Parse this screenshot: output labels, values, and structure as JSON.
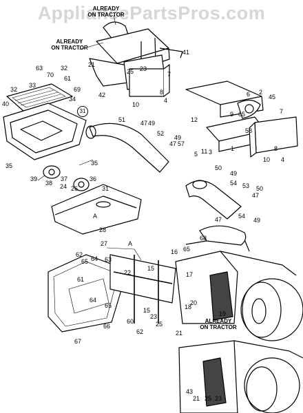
{
  "watermark": "AppliancePartsPros.com",
  "notes": {
    "top_already": "ALREADY\nON TRACTOR",
    "left_already": "ALREADY\nON TRACTOR",
    "mid_already": "ALREADY\nON TRACTOR"
  },
  "callouts": {
    "c1": "41",
    "c2": "21",
    "c3": "42",
    "c4": "25",
    "c5": "23",
    "c6": "7",
    "c7": "8",
    "c8": "10",
    "c9": "4",
    "c10": "63",
    "c11": "70",
    "c12": "32",
    "c13": "61",
    "c14": "32",
    "c15": "33",
    "c16": "69",
    "c17": "34",
    "c18": "40",
    "c19": "31",
    "c20": "35",
    "c21": "39",
    "c22": "38",
    "c23": "37",
    "c24": "36",
    "c25": "35",
    "c26": "24",
    "c27": "26",
    "c28": "51",
    "c29": "47",
    "c30": "49",
    "c31": "52",
    "c32": "49",
    "c33": "47",
    "c34": "57",
    "c35": "12",
    "c36": "6",
    "c37": "2",
    "c38": "45",
    "c39": "9",
    "c40": "65",
    "c41": "58",
    "c42": "7",
    "c43": "5",
    "c44": "11",
    "c45": "3",
    "c46": "1",
    "c47": "8",
    "c48": "10",
    "c49": "4",
    "c50": "50",
    "c51": "49",
    "c52": "54",
    "c53": "53",
    "c54": "50",
    "c55": "47",
    "c56": "54",
    "c57": "49",
    "c58": "47",
    "c59": "31",
    "c60": "28",
    "c61": "27",
    "c62": "A",
    "c63": "A",
    "c64": "62",
    "c65": "65",
    "c66": "64",
    "c67": "63",
    "c68": "61",
    "c69": "16",
    "c70": "22",
    "c71": "15",
    "c72": "17",
    "c73": "65",
    "c74": "68",
    "c75": "64",
    "c76": "65",
    "c77": "66",
    "c78": "60",
    "c79": "15",
    "c80": "23",
    "c81": "25",
    "c82": "62",
    "c83": "18",
    "c84": "20",
    "c85": "19",
    "c86": "21",
    "c87": "67",
    "c88": "43",
    "c89": "21",
    "c90": "25",
    "c91": "23"
  }
}
